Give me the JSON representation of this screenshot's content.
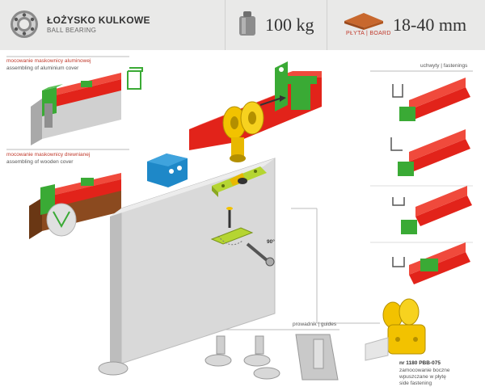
{
  "header": {
    "bearing_title": "ŁOŻYSKO KULKOWE",
    "bearing_sub": "BALL BEARING",
    "weight": "100 kg",
    "board_label": "PŁYTA | BOARD",
    "range": "18-40 mm"
  },
  "labels": {
    "alu_pl": "mocowanie maskownicy aluminowej",
    "alu_en": "assembling of aluminium cover",
    "wood_pl": "mocowanie maskownicy drewnianej",
    "wood_en": "assembling of wooden cover",
    "fastenings": "uchwyty | fastenings",
    "guides": "prowadnik | guides",
    "angle": "90°",
    "side_code": "nr 1180 PBB-075",
    "side_pl1": "zamocowanie boczne",
    "side_pl2": "wpuszczane w płytę",
    "side_en": "side fastening"
  },
  "colors": {
    "rail_red": "#e2231a",
    "bracket_green": "#3aaa35",
    "wheel_yellow": "#f2c200",
    "board_grey": "#d9d9d9",
    "blue_block": "#1e88c8",
    "wood": "#8b4a1f"
  }
}
